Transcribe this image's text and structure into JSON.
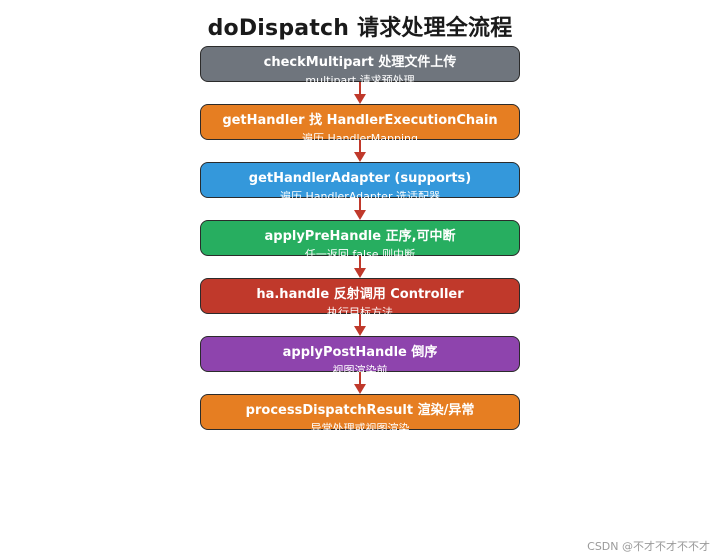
{
  "title": "doDispatch 请求处理全流程",
  "steps": [
    {
      "main": "checkMultipart 处理文件上传",
      "sub": "multipart 请求预处理",
      "color": "#6f757d"
    },
    {
      "main": "getHandler 找 HandlerExecutionChain",
      "sub": "遍历 HandlerMapping",
      "color": "#e67e22"
    },
    {
      "main": "getHandlerAdapter (supports)",
      "sub": "遍历 HandlerAdapter 选适配器",
      "color": "#3498db"
    },
    {
      "main": "applyPreHandle 正序,可中断",
      "sub": "任一返回 false 则中断",
      "color": "#27ae60"
    },
    {
      "main": "ha.handle 反射调用 Controller",
      "sub": "执行目标方法",
      "color": "#c0392b"
    },
    {
      "main": "applyPostHandle 倒序",
      "sub": "视图渲染前",
      "color": "#8e44ad"
    },
    {
      "main": "processDispatchResult 渲染/异常",
      "sub": "异常处理或视图渲染",
      "color": "#e67e22"
    }
  ],
  "arrow_color": "#c0392b",
  "watermark": "CSDN @不才不才不不才"
}
